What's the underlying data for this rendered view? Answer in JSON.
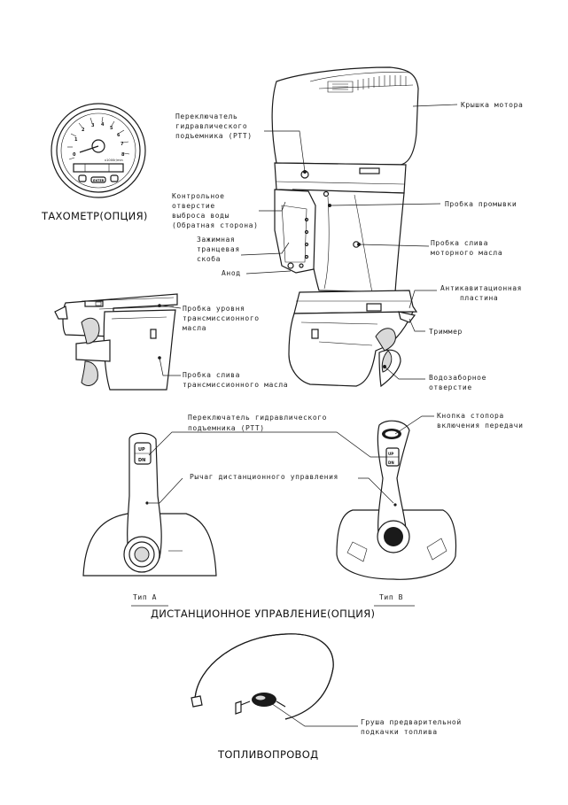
{
  "tachometer": {
    "caption": "ТАХОМЕТР(ОПЦИЯ)",
    "dial_numbers": [
      "0",
      "1",
      "2",
      "3",
      "4",
      "5",
      "6",
      "7",
      "8"
    ],
    "scale_text": "x1000r/min",
    "button_label": "ENTER"
  },
  "engine": {
    "labels": {
      "cover": "Крышка мотора",
      "ptt_1": "Переключатель",
      "ptt_2": "гидравлического",
      "ptt_3": "подъемника (PTT)",
      "check_1": "Контрольное",
      "check_2": "отверстие",
      "check_3": "выброса воды",
      "check_4": "(Обратная сторона)",
      "flush": "Пробка промывки",
      "oil_drain_1": "Пробка слива",
      "oil_drain_2": "моторного масла",
      "bracket_1": "Зажимная",
      "bracket_2": "транцевая",
      "bracket_3": "скоба",
      "anode": "Анод",
      "anticav_1": "Антикавитационная",
      "anticav_2": "пластина",
      "trim": "Триммер",
      "intake_1": "Водозаборное",
      "intake_2": "отверстие"
    }
  },
  "gearcase": {
    "labels": {
      "level_1": "Пробка уровня",
      "level_2": "трансмиссионного",
      "level_3": "масла",
      "drain_1": "Пробка слива",
      "drain_2": "трансмиссионного масла"
    }
  },
  "remote": {
    "labels": {
      "ptt_1": "Переключатель гидравлического",
      "ptt_2": "подъемника (PTT)",
      "lock_1": "Кнопка стопора",
      "lock_2": "включения передачи",
      "lever": "Рычаг дистанционного управления",
      "type_a": "Тип A",
      "type_b": "Тип B"
    },
    "switch_up": "UP",
    "switch_dn": "DN",
    "caption": "ДИСТАНЦИОННОЕ УПРАВЛЕНИЕ(ОПЦИЯ)"
  },
  "fuel": {
    "labels": {
      "bulb_1": "Груша предварительной",
      "bulb_2": "подкачки топлива"
    },
    "caption": "ТОПЛИВОПРОВОД"
  }
}
